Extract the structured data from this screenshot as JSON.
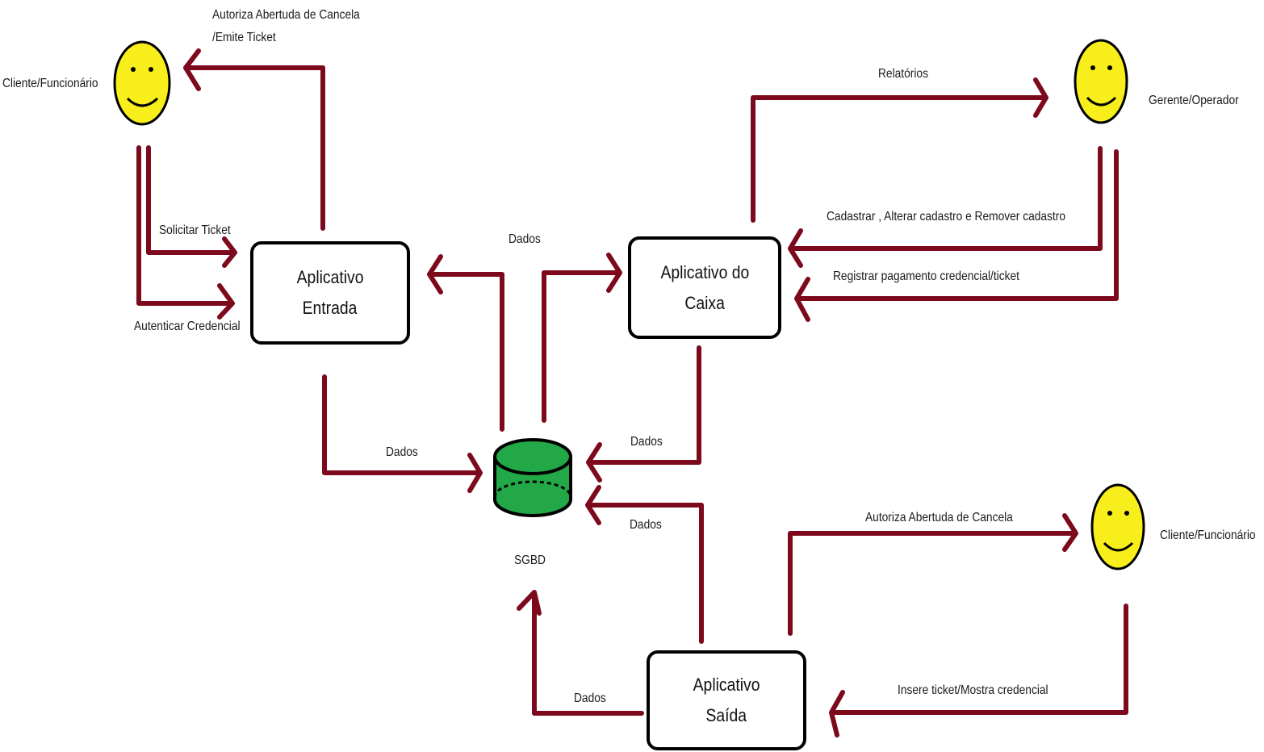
{
  "colors": {
    "arrow": "#7d0a1c",
    "smiley_face": "#f7ee1b",
    "database": "#22a847",
    "box_border": "#000000"
  },
  "actors": {
    "cliente_top": "Cliente/Funcionário",
    "gerente": "Gerente/Operador",
    "cliente_bottom": "Cliente/Funcionário"
  },
  "processes": {
    "entrada": {
      "line1": "Aplicativo",
      "line2": "Entrada"
    },
    "caixa": {
      "line1": "Aplicativo do",
      "line2": "Caixa"
    },
    "saida": {
      "line1": "Aplicativo",
      "line2": "Saída"
    }
  },
  "database": {
    "label": "SGBD"
  },
  "flows": {
    "autoriza_top_line1": "Autoriza Abertuda de Cancela",
    "autoriza_top_line2": "/Emite Ticket",
    "solicitar_ticket": "Solicitar Ticket",
    "autenticar_credencial": "Autenticar Credencial",
    "dados_entrada_db": "Dados",
    "dados_db_apps": "Dados",
    "relatorios": "Relatórios",
    "cadastrar": "Cadastrar , Alterar cadastro e Remover cadastro",
    "registrar_pagamento": "Registrar pagamento credencial/ticket",
    "dados_caixa_db": "Dados",
    "dados_saida_db": "Dados",
    "dados_saida_left": "Dados",
    "autoriza_bottom": "Autoriza Abertuda de Cancela",
    "insere_ticket": "Insere ticket/Mostra credencial"
  }
}
